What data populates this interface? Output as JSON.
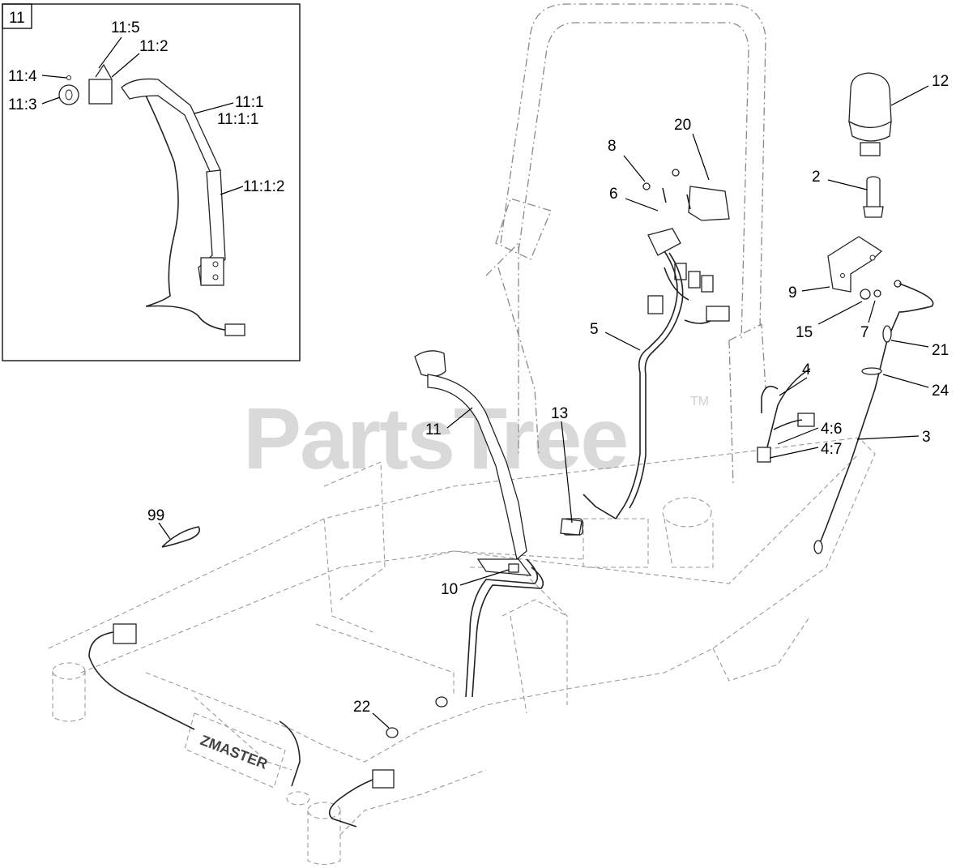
{
  "watermark": {
    "text": "PartsTree",
    "trademark": "TM"
  },
  "inset": {
    "label": "11"
  },
  "brand_plate": {
    "text": "ZMASTER"
  },
  "callouts": {
    "c11_5": "11:5",
    "c11_2": "11:2",
    "c11_4": "11:4",
    "c11_3": "11:3",
    "c11_1": "11:1",
    "c11_1_1": "11:1:1",
    "c11_1_2": "11:1:2",
    "c12": "12",
    "c20": "20",
    "c8": "8",
    "c2": "2",
    "c6": "6",
    "c9": "9",
    "c15": "15",
    "c7": "7",
    "c5": "5",
    "c21": "21",
    "c4": "4",
    "c24": "24",
    "c11": "11",
    "c13": "13",
    "c4_6": "4:6",
    "c4_7": "4:7",
    "c3": "3",
    "c99": "99",
    "c10": "10",
    "c22": "22"
  }
}
